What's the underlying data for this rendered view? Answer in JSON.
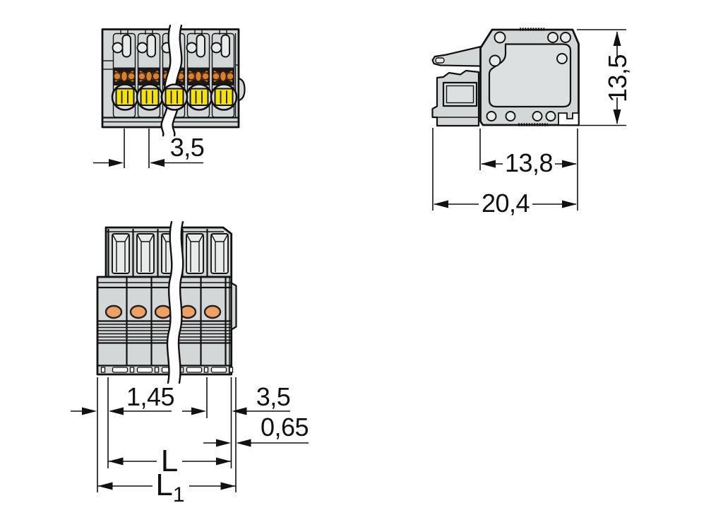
{
  "dimensions": {
    "front_pitch": "3,5",
    "side_height": "13,5",
    "side_depth_inner": "13,8",
    "side_depth_total": "20,4",
    "bottom_offset_left": "1,45",
    "bottom_pitch_right": "3,5",
    "bottom_latch": "0,65",
    "length_l": "L",
    "length_l1_base": "L",
    "length_l1_sub": "1"
  },
  "colors": {
    "background": "#ffffff",
    "body": "#d4d7d7",
    "slot": "#e9ebeb",
    "recess": "#dde0e0",
    "dark": "#1a1a1a",
    "orange": "#d8812c",
    "orange-light": "#f0a160",
    "yellow": "#f6e400",
    "outline": "#111111"
  }
}
